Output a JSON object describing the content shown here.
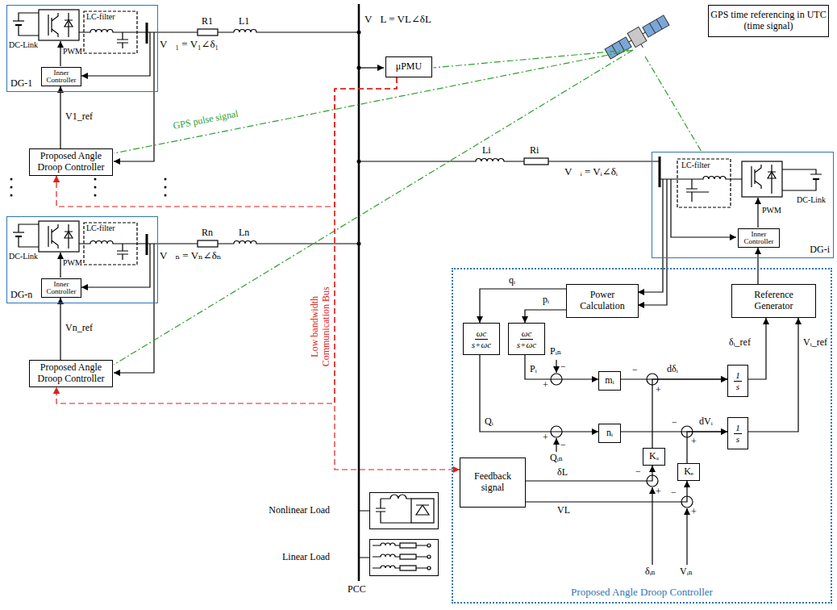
{
  "diagram": {
    "nodes": [
      {
        "text": [
          "DG-1"
        ]
      },
      {
        "text": [
          "Inner Controller"
        ],
        "in": 0
      },
      {
        "text": [
          "Proposed Angle Droop Controller"
        ]
      },
      {
        "text": [
          "μPMU"
        ]
      },
      {
        "text": [
          "GPS time referencing in UTC (time signal)"
        ]
      },
      {
        "text": [
          "DG-i"
        ]
      },
      {
        "text": [
          "Inner Controller"
        ],
        "in": 5
      },
      {
        "text": [
          "DG-n"
        ]
      },
      {
        "text": [
          "Inner Controller"
        ],
        "in": 7
      },
      {
        "text": [
          "Proposed Angle Droop Controller"
        ]
      },
      {
        "text": [
          "Nonlinear Load"
        ]
      },
      {
        "text": [
          "Linear Load"
        ]
      },
      {
        "text": [
          "Proposed Angle Droop Controller"
        ]
      },
      {
        "text": [
          "Power Calculation"
        ],
        "in": 12
      },
      {
        "text": [
          "Reference Generator"
        ],
        "in": 12
      },
      {
        "text": [
          "ωc",
          "s+ωc"
        ],
        "in": 12
      },
      {
        "text": [
          "ωc",
          "s+ωc"
        ],
        "in": 12
      },
      {
        "text": [
          "mᵢ"
        ],
        "in": 12
      },
      {
        "text": [
          "nᵢ"
        ],
        "in": 12
      },
      {
        "text": [
          "Kₐ"
        ],
        "in": 12
      },
      {
        "text": [
          "Kₑ"
        ],
        "in": 12
      },
      {
        "text": [
          "1",
          "s"
        ],
        "in": 12
      },
      {
        "text": [
          "1",
          "s"
        ],
        "in": 12
      },
      {
        "text": [
          "Feedback signal"
        ],
        "in": 12
      }
    ],
    "edges": [
      {
        "from": 2,
        "to": 1,
        "arrow": "to",
        "label": "V1_ref"
      },
      {
        "from": 9,
        "to": 8,
        "arrow": "to",
        "label": "Vn_ref"
      },
      {
        "from": 3,
        "to": 2,
        "arrow": "to"
      },
      {
        "from": 3,
        "to": 9,
        "arrow": "to"
      },
      {
        "from": 3,
        "to": 23,
        "arrow": "to"
      },
      {
        "from": 14,
        "to": 6,
        "arrow": "to"
      },
      {
        "from": 13,
        "to": 15,
        "arrow": "to",
        "label": "qᵢ"
      },
      {
        "from": 13,
        "to": 16,
        "arrow": "to",
        "label": "pᵢ"
      },
      {
        "from": 16,
        "to": 17,
        "arrow": "to",
        "label": "Pᵢ"
      },
      {
        "from": 15,
        "to": 18,
        "arrow": "to",
        "label": "Qᵢ"
      },
      {
        "from": 17,
        "to": 21,
        "arrow": "to",
        "label": "dδᵢ"
      },
      {
        "from": 18,
        "to": 22,
        "arrow": "to",
        "label": "dVᵢ"
      },
      {
        "from": 19,
        "to": 21,
        "arrow": "to"
      },
      {
        "from": 20,
        "to": 22,
        "arrow": "to"
      },
      {
        "from": 21,
        "to": 14,
        "arrow": "to",
        "label": "δᵢ_ref"
      },
      {
        "from": 22,
        "to": 14,
        "arrow": "to",
        "label": "Vᵢ_ref"
      },
      {
        "from": 23,
        "to": 19,
        "arrow": "to",
        "label": "δL"
      },
      {
        "from": 23,
        "to": 20,
        "arrow": "to",
        "label": "VL"
      }
    ],
    "labels": [
      "V⃗L = VL∠δL",
      "R1",
      "L1",
      "V⃗₁ = V₁∠δ₁",
      "DC-Link",
      "LC-filter",
      "PWM",
      "GPS pulse signal",
      "Rn",
      "Ln",
      "V⃗ₙ = Vₙ∠δₙ",
      "DC-Link",
      "LC-filter",
      "PWM",
      "Li",
      "Ri",
      "V⃗ᵢ = Vᵢ∠δᵢ",
      "LC-filter",
      "DC-Link",
      "PWM",
      "Low bandwidth Communication Bus",
      "PCC",
      "Pᵢₙ",
      "Qᵢₙ",
      "δᵢₙ",
      "Vᵢₙ",
      "+",
      "−",
      "+",
      "−",
      "−",
      "+",
      "−",
      "+",
      "−",
      "+",
      "−",
      "+"
    ]
  }
}
